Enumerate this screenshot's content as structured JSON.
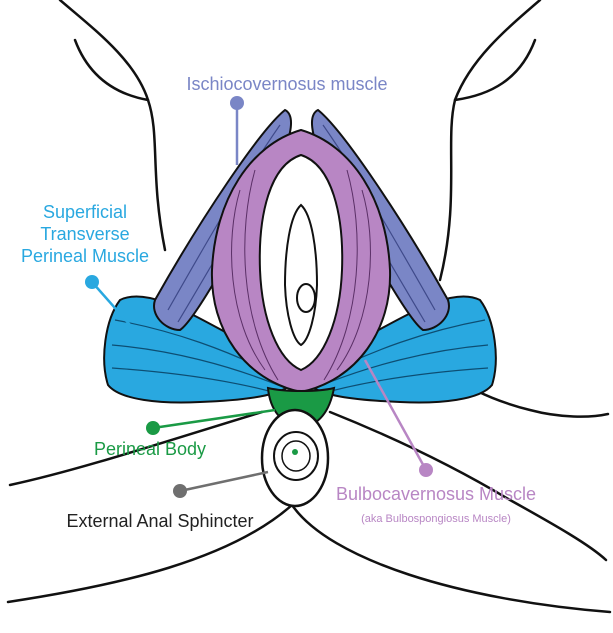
{
  "colors": {
    "ischiocavernosus": "#7a86c6",
    "ischiocavernosus_line": "#3f4a8a",
    "transverse": "#29a8e0",
    "bulbocavernosus": "#b886c4",
    "perineal_body": "#1a9a45",
    "anal_sphincter": "#6f6f6f",
    "outline": "#111111"
  },
  "labels": {
    "ischiocavernosus": "Ischiocovernosus muscle",
    "transverse_line1": "Superficial",
    "transverse_line2": "Transverse",
    "transverse_line3": "Perineal Muscle",
    "perineal_body": "Perineal Body",
    "bulbocavernosus": "Bulbocavernosus Muscle",
    "bulbocavernosus_sub": "(aka Bulbospongiosus Muscle)",
    "anal_sphincter": "External Anal Sphincter"
  }
}
